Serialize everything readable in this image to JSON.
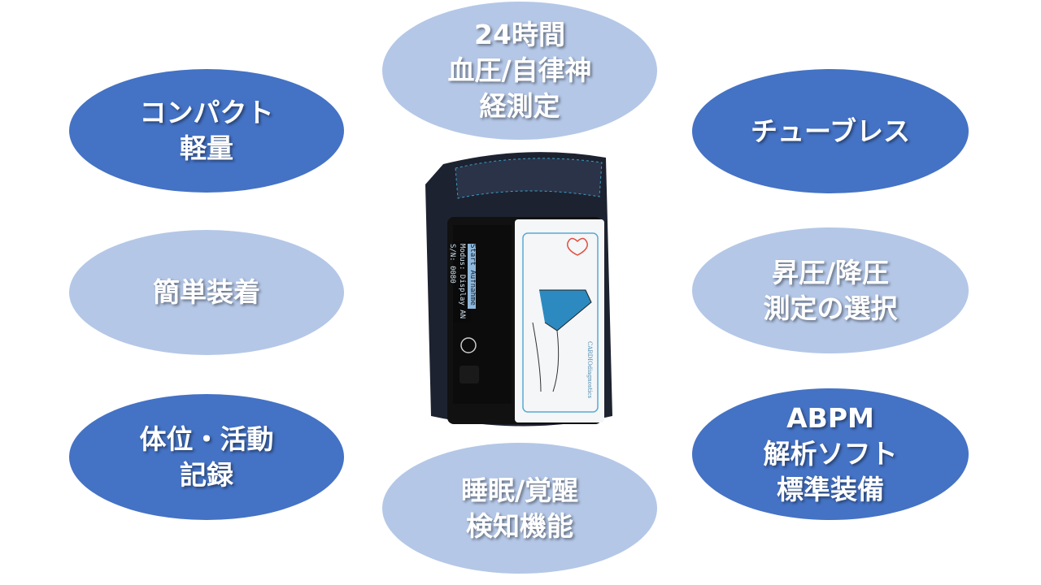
{
  "features": [
    {
      "id": "compact",
      "text": "コンパクト\n軽量",
      "style": "dark"
    },
    {
      "id": "24h",
      "text": "24時間\n血圧/自律神\n経測定",
      "style": "light"
    },
    {
      "id": "tubeless",
      "text": "チューブレス",
      "style": "dark"
    },
    {
      "id": "easy-wear",
      "text": "簡単装着",
      "style": "light"
    },
    {
      "id": "inflation",
      "text": "昇圧/降圧\n測定の選択",
      "style": "light"
    },
    {
      "id": "posture",
      "text": "体位・活動\n記録",
      "style": "dark"
    },
    {
      "id": "sleep",
      "text": "睡眠/覚醒\n検知機能",
      "style": "light"
    },
    {
      "id": "abpm",
      "text": "ABPM\n解析ソフト\n標準装備",
      "style": "dark"
    }
  ],
  "device": {
    "screen_lines": [
      "Start Aufnahme",
      "Modus: Display AN",
      "S/N: 0080"
    ],
    "logo": "CARDIOdiagnostics"
  },
  "colors": {
    "dark": "#4472C4",
    "light": "#B4C7E7"
  }
}
